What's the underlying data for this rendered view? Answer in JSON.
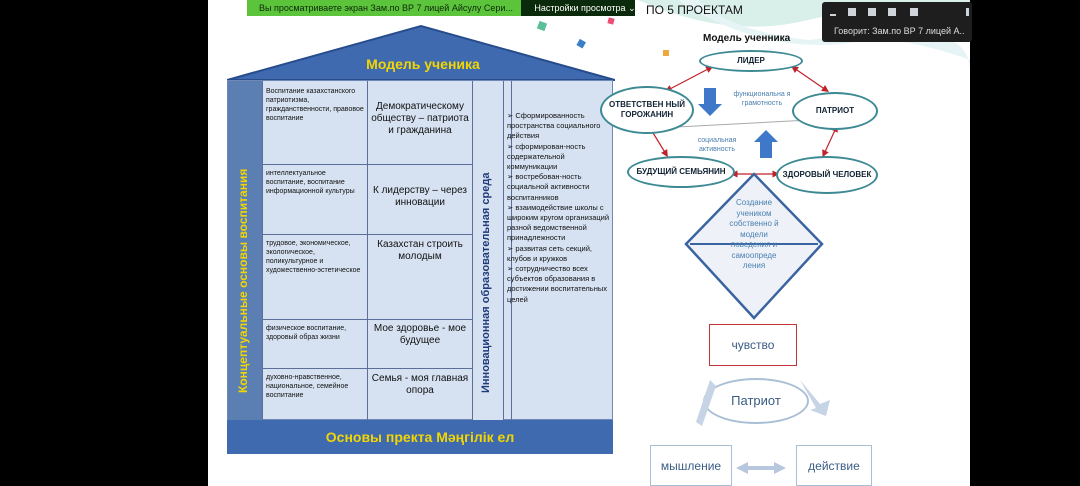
{
  "zoom": {
    "viewing_banner": "Вы просматриваете экран Зам.по ВР 7 лицей  Айсулу Сери...",
    "view_settings_label": "Настройки просмотра",
    "view_settings_chevron": "chevron-down-icon",
    "speaking_label": "Говорит: Зам.по ВР 7 лицей  А.."
  },
  "slide": {
    "header_fragment": "ПО 5 ПРОЕКТАМ",
    "house": {
      "title": "Модель ученика",
      "left_vertical": "Концептуальные основы  воспитания",
      "middle_vertical": "Инновационная образовательная среда",
      "rows": [
        {
          "left": "Воспитание казахстанского патриотизма, гражданственности, правовое воспитание",
          "middle": "Демократическому обществу – патриота и гражданина"
        },
        {
          "left": "интеллектуальное воспитание, воспитание информационной культуры",
          "middle": "К лидерству – через инновации"
        },
        {
          "left": "трудовое, экономическое, экологическое, поликультурное и художественно-эстетическое",
          "middle": "Казахстан строить молодым"
        },
        {
          "left": "физическое воспитание, здоровый образ жизни",
          "middle": "Мое здоровье  - мое будущее"
        },
        {
          "left": "духовно-нравственное, национальное, семейное воспитание",
          "middle": "Семья - моя главная опора"
        }
      ],
      "right_items": [
        "Сформированность пространства социального действия",
        "сформирован-ность содержательной коммуникации",
        "востребован-ность социальной активности воспитанников",
        "взаимодействие школы с широким кругом организаций разной ведомственной принадлежности",
        "развитая сеть секций, клубов и кружков",
        "сотрудничество всех субъектов образования в достижении воспитательных целей"
      ],
      "base_label": "Основы пректа  Мәңгілік ел"
    },
    "model": {
      "title": "Модель ученника",
      "leader": "ЛИДЕР",
      "responsible": "ОТВЕТСТВЕН НЫЙ ГОРОЖАНИН",
      "patriot": "ПАТРИОТ",
      "family": "БУДУЩИЙ СЕМЬЯНИН",
      "healthy": "ЗДОРОВЫЙ ЧЕЛОВЕК",
      "functional": "функциональна я грамотность",
      "social": "социальная активность",
      "diamond_text": "Создание учеником собственно й модели поведения и самоопреде ления"
    },
    "cycle": {
      "feeling": "чувство",
      "patriot": "Патриот",
      "thinking": "мышление",
      "action": "действие"
    }
  },
  "colors": {
    "house_blue": "#3f6ab0",
    "title_yellow": "#f3d600",
    "oval_border": "#3d8a94",
    "zoom_green": "#5cc43a"
  }
}
